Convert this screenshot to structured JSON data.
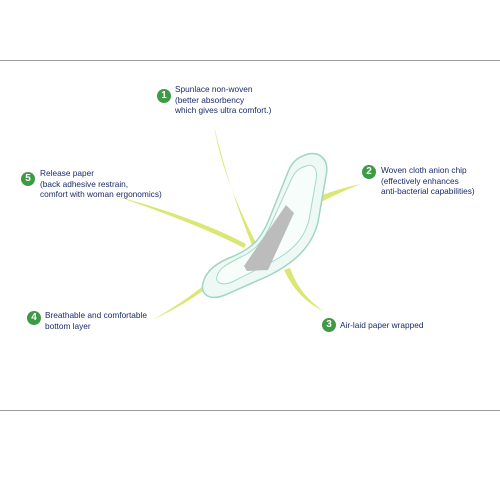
{
  "colors": {
    "badge": "#3f9a46",
    "text": "#1c2a6b",
    "leader": "#d8e66a",
    "pad_edge": "#9fd6bf",
    "pad_fill": "#eef9f5",
    "core": "#bcbcbc",
    "rule": "#9a9a9a"
  },
  "callouts": [
    {
      "number": "1",
      "lines": [
        "Spunlace non-woven",
        "(better absorbency",
        "which gives ultra comfort.)"
      ]
    },
    {
      "number": "2",
      "lines": [
        "Woven cloth anion chip",
        "(effectively  enhances",
        "anti-bacterial capabilities)"
      ]
    },
    {
      "number": "3",
      "lines": [
        "Air-laid paper wrapped"
      ]
    },
    {
      "number": "4",
      "lines": [
        "Breathable and comfortable",
        "bottom layer"
      ]
    },
    {
      "number": "5",
      "lines": [
        "Release paper",
        "(back adhesive restrain,",
        "comfort with woman ergonomics)"
      ]
    }
  ]
}
